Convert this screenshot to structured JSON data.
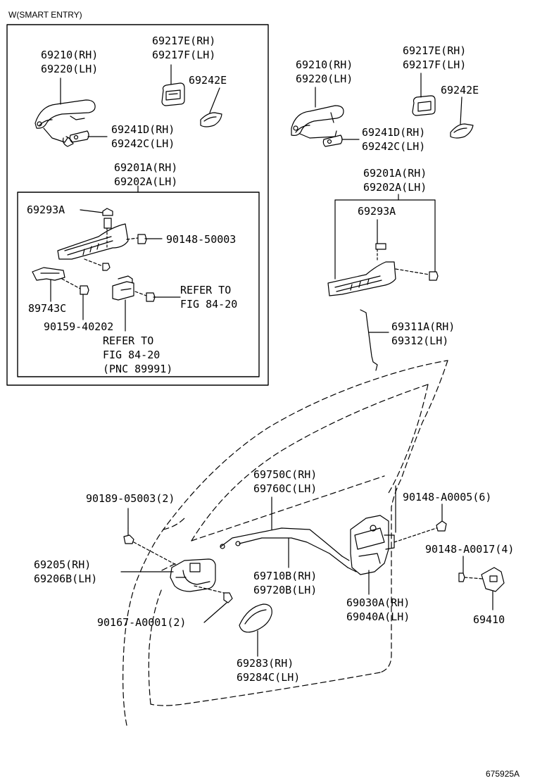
{
  "section_label": "W(SMART ENTRY)",
  "footer_code": "675925A",
  "callouts": {
    "box_handle": [
      "69210(RH)",
      "69220(LH)"
    ],
    "box_cap": [
      "69217E(RH)",
      "69217F(LH)"
    ],
    "box_pad": "69242E",
    "box_grip": [
      "69241D(RH)",
      "69242C(LH)"
    ],
    "box_frame": [
      "69201A(RH)",
      "69202A(LH)"
    ],
    "box_clip": "69293A",
    "box_bolt": "90148-50003",
    "box_bracket": "89743C",
    "box_screw": "90159-40202",
    "box_refer1": [
      "REFER TO",
      "FIG 84-20"
    ],
    "box_refer2": [
      "REFER TO",
      "FIG 84-20",
      "(PNC 89991)"
    ],
    "handle": [
      "69210(RH)",
      "69220(LH)"
    ],
    "cap": [
      "69217E(RH)",
      "69217F(LH)"
    ],
    "pad": "69242E",
    "grip": [
      "69241D(RH)",
      "69242C(LH)"
    ],
    "frame": [
      "69201A(RH)",
      "69202A(LH)"
    ],
    "clip": "69293A",
    "rod": [
      "69311A(RH)",
      "69312(LH)"
    ],
    "cable_upper": [
      "69750C(RH)",
      "69760C(LH)"
    ],
    "plug": "90189-05003(2)",
    "screw_lock": "90148-A0005(6)",
    "screw_striker": "90148-A0017(4)",
    "inside_handle": [
      "69205(RH)",
      "69206B(LH)"
    ],
    "cable_lower": [
      "69710B(RH)",
      "69720B(LH)"
    ],
    "lock": [
      "69030A(RH)",
      "69040A(LH)"
    ],
    "screw_handle": "90167-A0001(2)",
    "striker": "69410",
    "bezel": [
      "69283(RH)",
      "69284C(LH)"
    ]
  }
}
